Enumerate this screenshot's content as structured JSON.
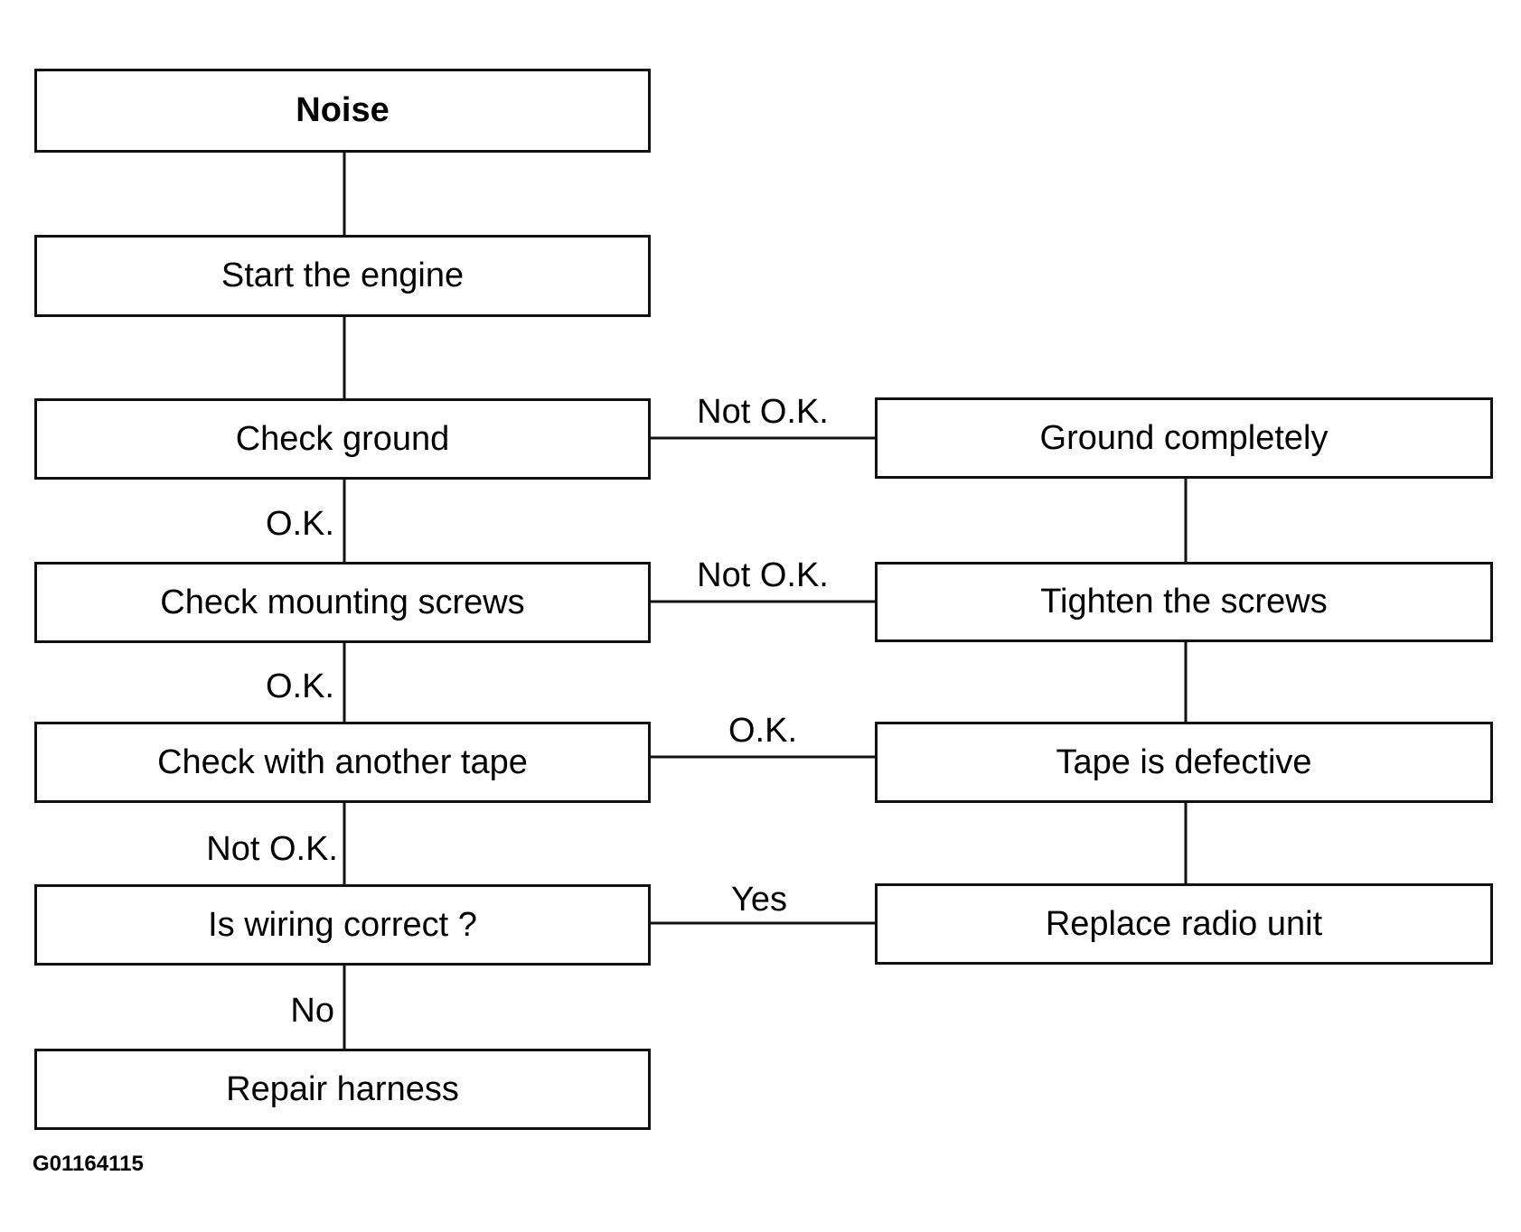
{
  "flowchart": {
    "left": {
      "noise": "Noise",
      "start_engine": "Start the engine",
      "check_ground": "Check ground",
      "check_screws": "Check mounting screws",
      "check_tape": "Check with another tape",
      "wiring": "Is wiring correct ?",
      "repair": "Repair harness"
    },
    "right": {
      "ground_completely": "Ground completely",
      "tighten": "Tighten the screws",
      "tape_defective": "Tape is defective",
      "replace": "Replace radio unit"
    },
    "labels": {
      "ok_1": "O.K.",
      "ok_2": "O.K.",
      "not_ok_down": "Not O.K.",
      "no": "No",
      "not_ok_ground": "Not O.K.",
      "not_ok_screws": "Not O.K.",
      "ok_tape": "O.K.",
      "yes": "Yes"
    }
  },
  "figure_code": "G01164115"
}
